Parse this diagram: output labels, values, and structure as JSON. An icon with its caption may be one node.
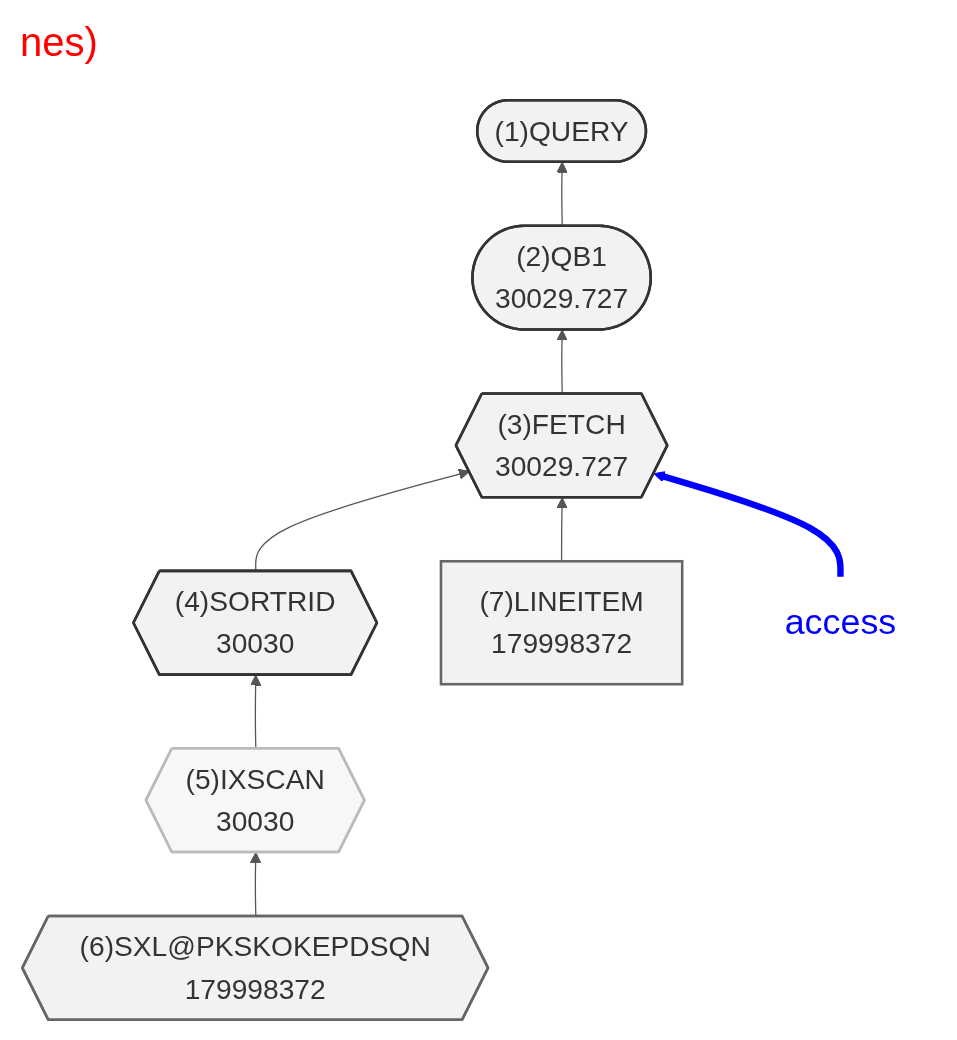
{
  "diagram": {
    "nodes": [
      {
        "text": [
          "(1)QUERY"
        ]
      },
      {
        "text": [
          "(2)QB1",
          "30029.727"
        ]
      },
      {
        "text": [
          "(3)FETCH",
          "30029.727"
        ]
      },
      {
        "text": [
          "(4)SORTRID",
          "30030"
        ]
      },
      {
        "text": [
          "(5)IXSCAN",
          "30030"
        ]
      },
      {
        "text": [
          "(6)SXL@PKSKOKEPDSQN",
          "179998372"
        ]
      },
      {
        "text": [
          "(7)LINEITEM",
          "179998372"
        ]
      },
      {
        "text": [
          "access"
        ]
      }
    ],
    "edges": [
      {
        "from": 1,
        "to": 0,
        "arrow": "to"
      },
      {
        "from": 2,
        "to": 1,
        "arrow": "to"
      },
      {
        "from": 3,
        "to": 2,
        "arrow": "to"
      },
      {
        "from": 6,
        "to": 2,
        "arrow": "to"
      },
      {
        "from": 4,
        "to": 3,
        "arrow": "to"
      },
      {
        "from": 5,
        "to": 4,
        "arrow": "to"
      },
      {
        "from": 7,
        "to": 2,
        "arrow": "to",
        "style": "thick",
        "color": "#0000ff"
      }
    ],
    "labels": [
      "nes)"
    ]
  }
}
